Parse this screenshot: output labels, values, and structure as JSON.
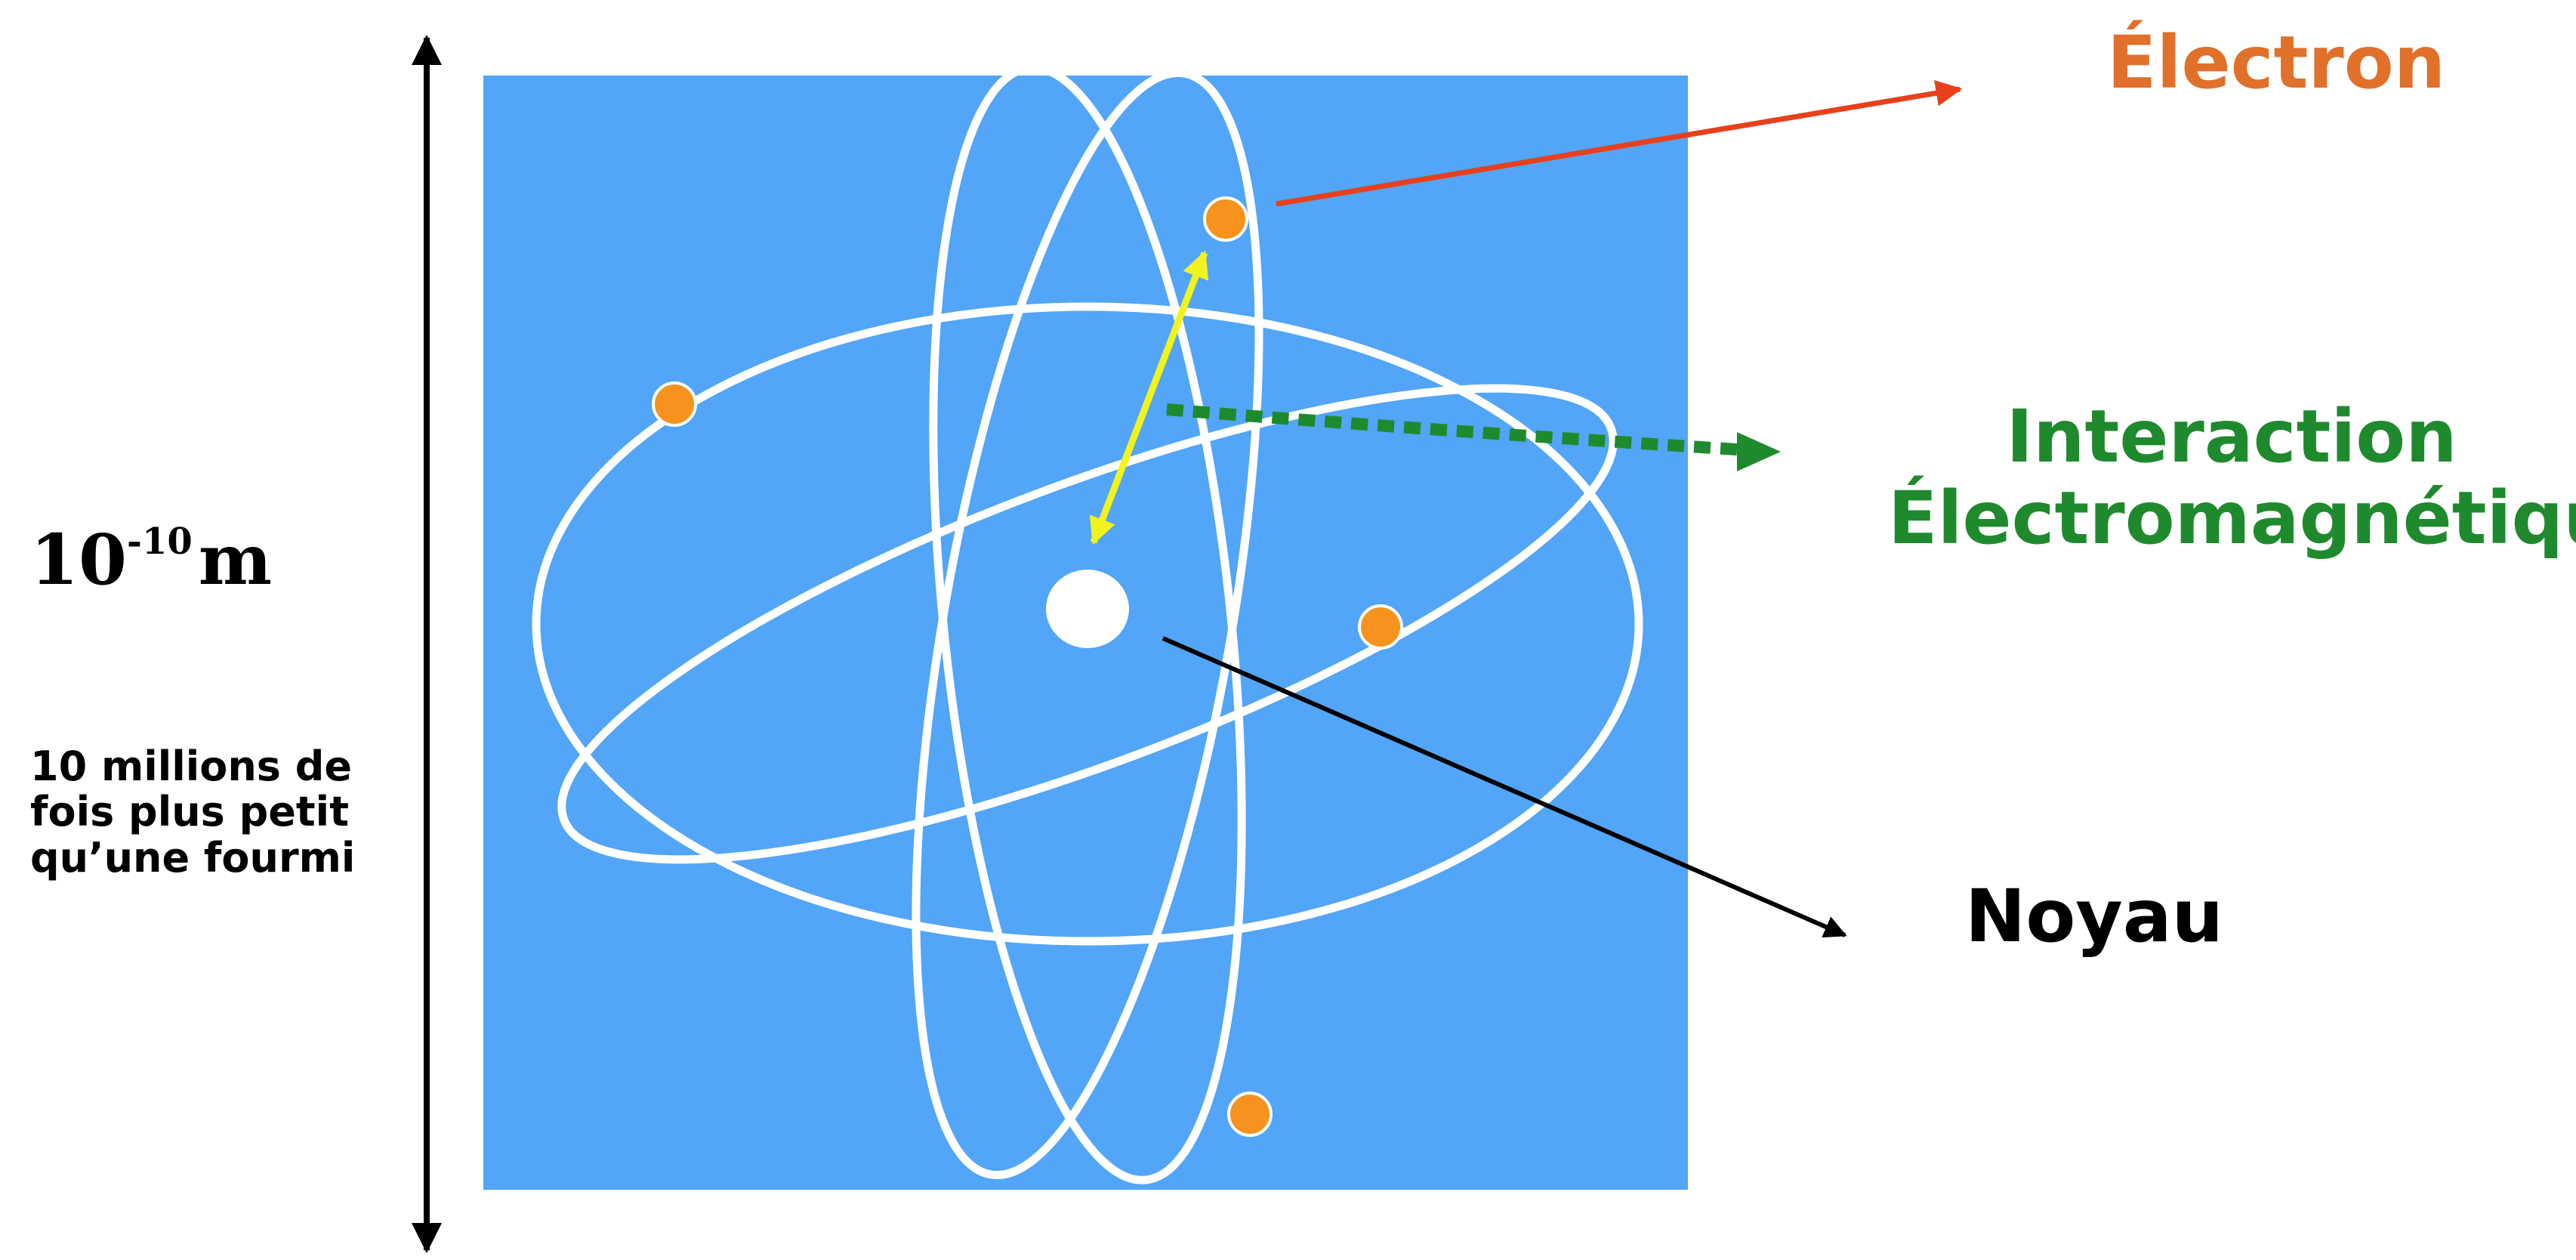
{
  "scale_label": {
    "base": "10",
    "exponent": "-10",
    "unit": "m"
  },
  "comparison_text": {
    "line1": "10 millions de",
    "line2": "fois plus petit",
    "line3": "qu’une fourmi"
  },
  "labels": {
    "electron": "Électron",
    "interaction_line1": "Interaction",
    "interaction_line2": "Électromagnétique",
    "nucleus": "Noyau"
  },
  "colors": {
    "background_panel": "#52a5f7",
    "orbit": "#ffffff",
    "nucleus": "#ffffff",
    "electron_dot": "#f6921e",
    "electron_label": "#e0702a",
    "interaction_label": "#1f8a2d",
    "electron_arrow": "#e8401c",
    "interaction_arrow": "#1f8a2d",
    "nucleus_arrow": "#000000",
    "yellow_arrow": "#f2f21e"
  },
  "counts": {
    "electrons": 4,
    "orbits": 4
  }
}
